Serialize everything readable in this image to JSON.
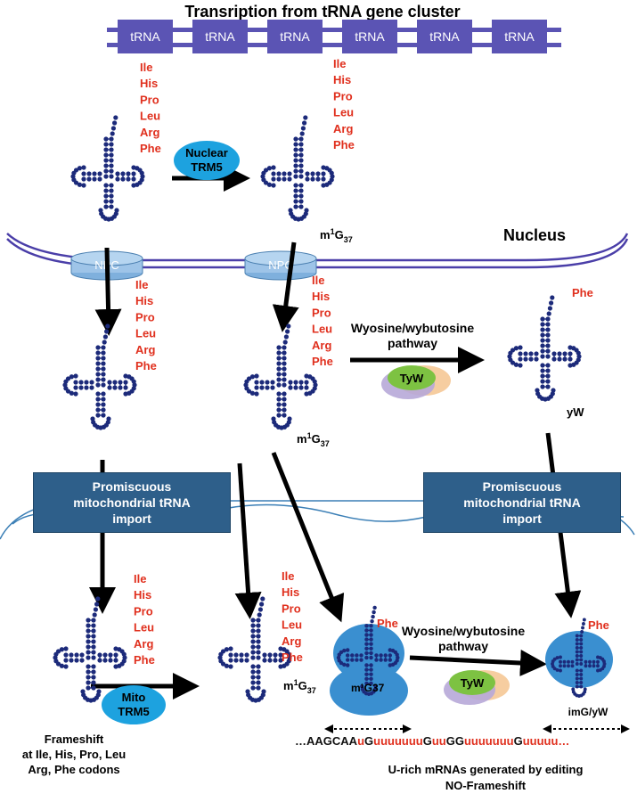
{
  "title": "Transription from tRNA gene cluster",
  "gene_cluster": {
    "gene_label": "tRNA",
    "count": 6
  },
  "amino_acids": [
    "Ile",
    "His",
    "Pro",
    "Leu",
    "Arg",
    "Phe"
  ],
  "phe_label": "Phe",
  "nucleus_label": "Nucleus",
  "npc_label": "NPC",
  "nuclear_trm5": [
    "Nuclear",
    "TRM5"
  ],
  "mito_trm5": [
    "Mito",
    "TRM5"
  ],
  "m1g37_main": "m",
  "m1g37_sup": "1",
  "m1g37_g": "G",
  "m1g37_sub": "37",
  "yw_label": "yW",
  "pathway_label": [
    "Wyosine/wybutosine",
    "pathway"
  ],
  "tyw_label": "TyW",
  "import_box_lines": [
    "Promiscuous",
    "mitochondrial  tRNA",
    "import"
  ],
  "m1g37_mito_label": "m¹G37",
  "imgyw_label": "imG/yW",
  "frameshift_lines": [
    "Frameshift",
    "at Ile, His, Pro, Leu",
    "Arg, Phe codons"
  ],
  "mrna_segments": [
    {
      "text": "…AAGCAA",
      "color": "#111111"
    },
    {
      "text": "u",
      "color": "#e0301e"
    },
    {
      "text": "G",
      "color": "#111111"
    },
    {
      "text": "uuuuuuu",
      "color": "#e0301e"
    },
    {
      "text": "G",
      "color": "#111111"
    },
    {
      "text": "uu",
      "color": "#e0301e"
    },
    {
      "text": "GG",
      "color": "#111111"
    },
    {
      "text": "uuuuuuu",
      "color": "#e0301e"
    },
    {
      "text": "G",
      "color": "#111111"
    },
    {
      "text": "uuuuu…",
      "color": "#e0301e"
    }
  ],
  "bottom_caption": [
    "U-rich mRNAs generated by editing",
    "NO-Frameshift"
  ],
  "colors": {
    "gene_box": "#5b54b4",
    "trna_dots": "#1c2a7a",
    "amino_acid_red": "#e0301e",
    "membrane": "#4a3ea8",
    "npc": "#9ec4e8",
    "enzyme": "#1da2df",
    "mito_blue": "#3a8fd0",
    "import_box": "#2e5f8a"
  }
}
